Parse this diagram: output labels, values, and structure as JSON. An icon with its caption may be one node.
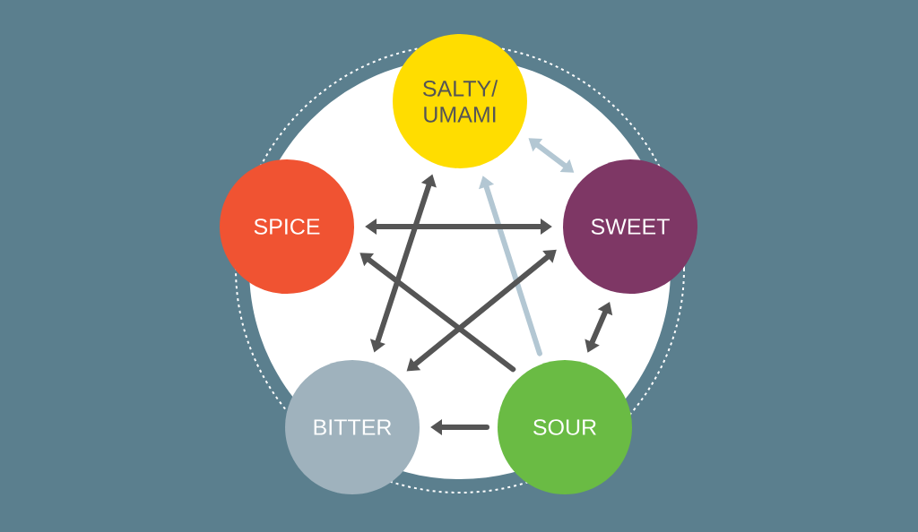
{
  "diagram": {
    "nodes": [
      {
        "text": [
          "SALTY/ UMAMI"
        ]
      },
      {
        "text": [
          "SPICE"
        ]
      },
      {
        "text": [
          "SWEET"
        ]
      },
      {
        "text": [
          "BITTER"
        ]
      },
      {
        "text": [
          "SOUR"
        ]
      }
    ],
    "edges": [
      {
        "from": 0,
        "to": 2,
        "arrow": "both",
        "color": "#b3c7d3"
      },
      {
        "from": 1,
        "to": 2,
        "arrow": "both"
      },
      {
        "from": 0,
        "to": 3,
        "arrow": "both"
      },
      {
        "from": 4,
        "to": 1,
        "arrow": "to"
      },
      {
        "from": 2,
        "to": 3,
        "arrow": "both"
      },
      {
        "from": 4,
        "to": 0,
        "arrow": "to",
        "color": "#b3c7d3"
      },
      {
        "from": 2,
        "to": 4,
        "arrow": "both"
      },
      {
        "from": 4,
        "to": 3,
        "arrow": "to"
      }
    ]
  }
}
